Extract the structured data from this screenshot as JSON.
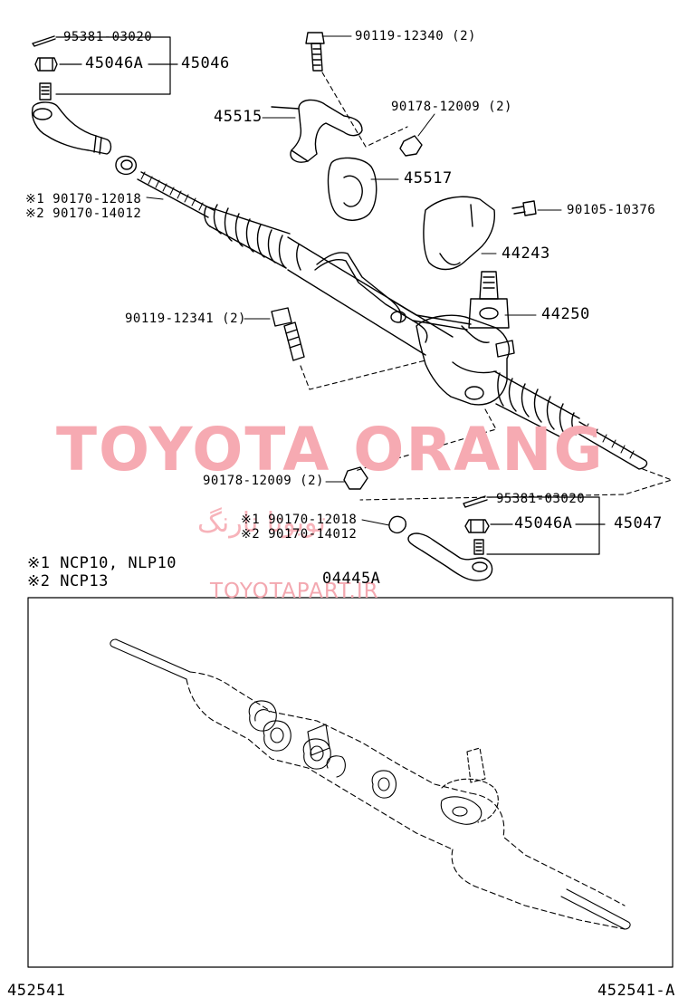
{
  "callouts": {
    "c_95381_top": "95381-03020",
    "c_45046A_top": "45046A",
    "c_45046": "45046",
    "c_90119_12340": "90119-12340 (2)",
    "c_45515": "45515",
    "c_90178_top": "90178-12009 (2)",
    "c_45517": "45517",
    "c_ref1_top": "※1 90170-12018",
    "c_ref2_top": "※2 90170-14012",
    "c_90105": "90105-10376",
    "c_44243": "44243",
    "c_44250": "44250",
    "c_90119_12341": "90119-12341 (2)",
    "c_90178_bot": "90178-12009 (2)",
    "c_95381_bot": "95381-03020",
    "c_ref1_bot": "※1 90170-12018",
    "c_ref2_bot": "※2 90170-14012",
    "c_45046A_bot": "45046A",
    "c_45047": "45047"
  },
  "notes": {
    "note1": "※1  NCP10, NLP10",
    "note2": "※2  NCP13"
  },
  "kit_label": "04445A",
  "footer": {
    "left_code": "452541",
    "right_code": "452541-A"
  },
  "watermarks": {
    "main": "TOYOTA ORANG",
    "persian": "تویوتا نارنگ",
    "url": "TOYOTAPART.IR"
  },
  "colors": {
    "ink": "#000000",
    "watermark": "#f6aab2"
  }
}
